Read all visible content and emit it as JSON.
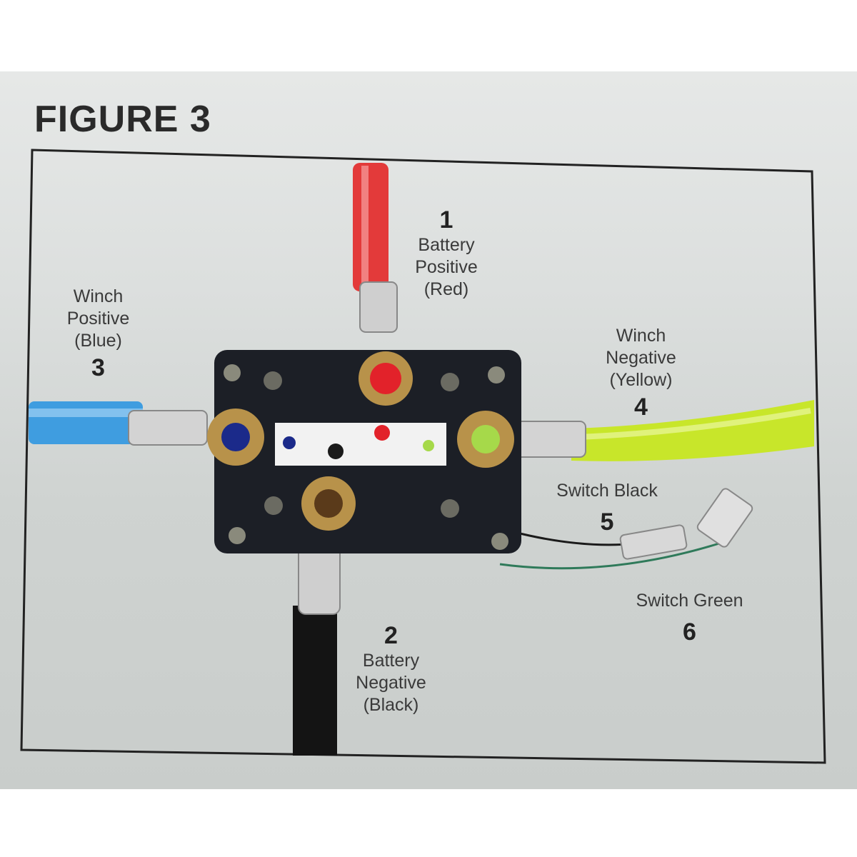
{
  "figure": {
    "title": "FIGURE 3"
  },
  "labels": [
    {
      "id": "battery-positive",
      "number": "1",
      "line1": "Battery",
      "line2": "Positive",
      "line3": "(Red)"
    },
    {
      "id": "battery-negative",
      "number": "2",
      "line1": "Battery",
      "line2": "Negative",
      "line3": "(Black)"
    },
    {
      "id": "winch-positive",
      "number": "3",
      "line1": "Winch",
      "line2": "Positive",
      "line3": "(Blue)"
    },
    {
      "id": "winch-negative",
      "number": "4",
      "line1": "Winch",
      "line2": "Negative",
      "line3": "(Yellow)"
    },
    {
      "id": "switch-black",
      "number": "5",
      "line1": "Switch Black"
    },
    {
      "id": "switch-green",
      "number": "6",
      "line1": "Switch Green"
    }
  ],
  "colors": {
    "red_cable": "#e33a3a",
    "blue_cable": "#3f9de0",
    "yellow_cable": "#c8e62a",
    "black_cable": "#141414",
    "green_wire": "#2f7a5a",
    "solenoid_body": "#1c1f26",
    "brass": "#b8924a"
  }
}
